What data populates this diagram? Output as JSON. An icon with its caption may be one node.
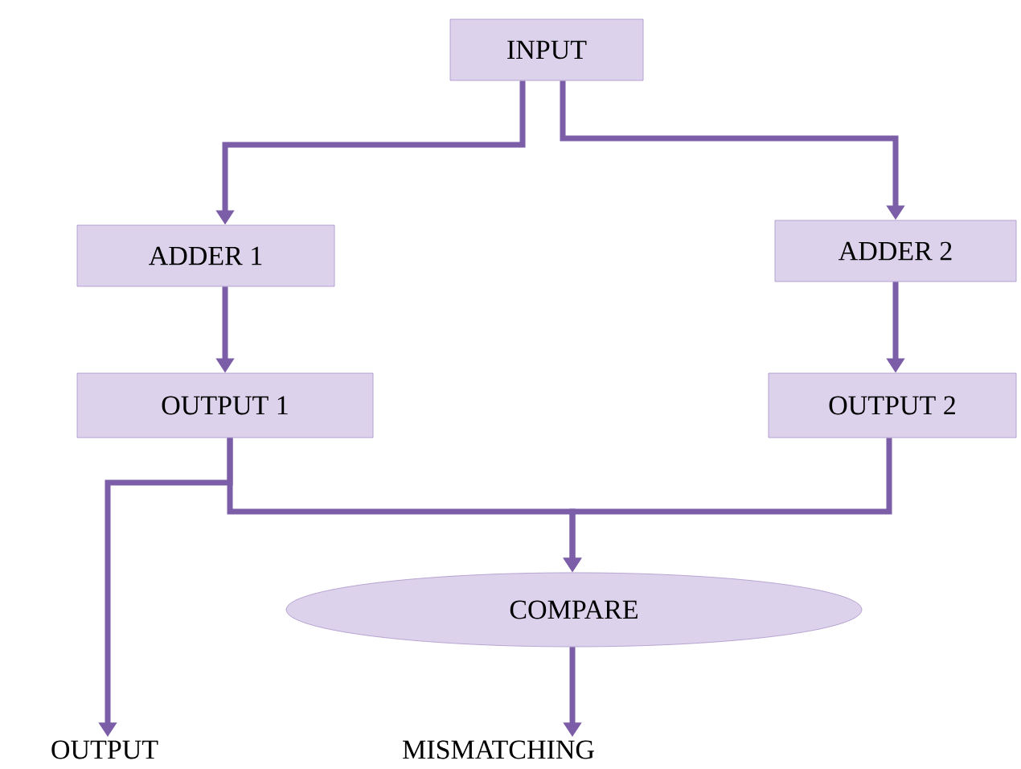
{
  "diagram": {
    "nodes": [
      {
        "text": [
          "INPUT"
        ]
      },
      {
        "text": [
          "ADDER 1"
        ]
      },
      {
        "text": [
          "ADDER 2"
        ]
      },
      {
        "text": [
          "OUTPUT 1"
        ]
      },
      {
        "text": [
          "OUTPUT 2"
        ]
      },
      {
        "text": [
          "COMPARE"
        ]
      },
      {
        "text": [
          "OUTPUT"
        ]
      },
      {
        "text": [
          "MISMATCHING"
        ]
      }
    ],
    "edges": [
      {
        "from": 0,
        "to": 1,
        "arrow": "to"
      },
      {
        "from": 0,
        "to": 2,
        "arrow": "to"
      },
      {
        "from": 1,
        "to": 3,
        "arrow": "to"
      },
      {
        "from": 2,
        "to": 4,
        "arrow": "to"
      },
      {
        "from": 3,
        "to": 5,
        "arrow": "to"
      },
      {
        "from": 4,
        "to": 5,
        "arrow": "to"
      },
      {
        "from": 3,
        "to": 6,
        "arrow": "to"
      },
      {
        "from": 5,
        "to": 7,
        "arrow": "to"
      }
    ]
  }
}
